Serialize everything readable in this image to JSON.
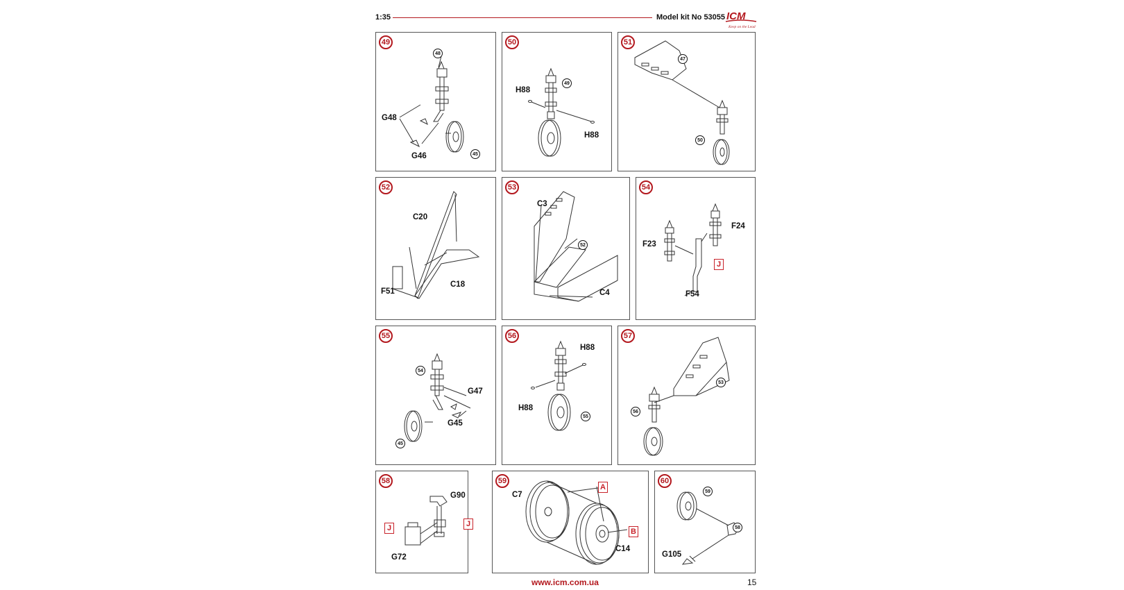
{
  "header": {
    "scale": "1:35",
    "model_kit": "Model kit No 53055",
    "logo_text": "ICM",
    "logo_tagline": "Keep on the Lead"
  },
  "steps": {
    "s49": {
      "num": "49",
      "labels": {
        "g48": "G48",
        "g46": "G46"
      },
      "refs": {
        "r48": "48",
        "r45": "45"
      }
    },
    "s50": {
      "num": "50",
      "labels": {
        "h88a": "H88",
        "h88b": "H88"
      },
      "refs": {
        "r49": "49"
      }
    },
    "s51": {
      "num": "51",
      "refs": {
        "r47": "47",
        "r50": "50"
      }
    },
    "s52": {
      "num": "52",
      "labels": {
        "c20": "C20",
        "f51": "F51",
        "c18": "C18"
      }
    },
    "s53": {
      "num": "53",
      "labels": {
        "c3": "C3",
        "c4": "C4"
      },
      "refs": {
        "r52": "52"
      }
    },
    "s54": {
      "num": "54",
      "labels": {
        "f23": "F23",
        "f24": "F24",
        "f54": "F54"
      },
      "colors": {
        "j": "J"
      }
    },
    "s55": {
      "num": "55",
      "labels": {
        "g47": "G47",
        "g45": "G45"
      },
      "refs": {
        "r54": "54",
        "r45": "45"
      }
    },
    "s56": {
      "num": "56",
      "labels": {
        "h88a": "H88",
        "h88b": "H88"
      },
      "refs": {
        "r55": "55"
      }
    },
    "s57": {
      "num": "57",
      "refs": {
        "r53": "53",
        "r56": "56"
      }
    },
    "s58": {
      "num": "58",
      "labels": {
        "g90": "G90",
        "g72": "G72"
      },
      "colors": {
        "j1": "J",
        "j2": "J"
      }
    },
    "s59": {
      "num": "59",
      "labels": {
        "c7": "C7",
        "c14": "C14"
      },
      "colors": {
        "a": "A",
        "b": "B"
      }
    },
    "s60": {
      "num": "60",
      "labels": {
        "g105": "G105"
      },
      "refs": {
        "r59": "59",
        "r58": "58"
      }
    }
  },
  "footer": {
    "url": "www.icm.com.ua",
    "page": "15"
  },
  "colors": {
    "accent": "#b3181e",
    "color_ref": "#c8222a",
    "line": "#333333"
  }
}
